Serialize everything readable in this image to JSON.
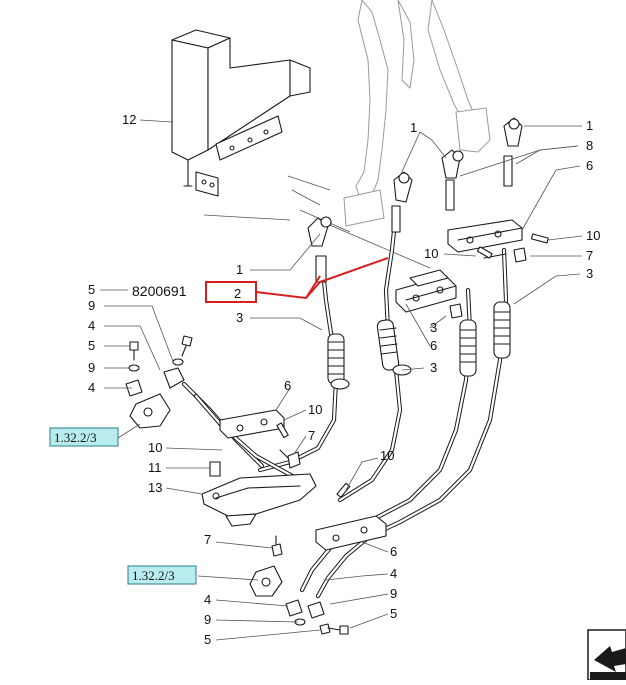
{
  "callouts": {
    "c12": "12",
    "c1a": "1",
    "c1b": "1",
    "c1c": "1",
    "c8": "8",
    "c6a": "6",
    "c10a": "10",
    "c10b": "10",
    "c7a": "7",
    "c3a": "3",
    "c5a": "5",
    "c9a": "9",
    "c4a": "4",
    "c5b": "5",
    "c9b": "9",
    "c4b": "4",
    "c3b": "3",
    "c6b": "6",
    "c3c": "3",
    "c6c": "6",
    "c10c": "10",
    "c7b": "7",
    "c10d": "10",
    "c11": "11",
    "c13": "13",
    "c10e": "10",
    "c7c": "7",
    "c6d": "6",
    "c4c": "4",
    "c9c": "9",
    "c5c": "5",
    "c4d": "4",
    "c9d": "9",
    "c5d": "5"
  },
  "part_number": "8200691",
  "highlighted_item": "2",
  "references": {
    "ref_top": "1.32.2/3",
    "ref_bottom": "1.32.2/3"
  },
  "colors": {
    "highlight": "#d62020",
    "reference_fill": "#b8ecef",
    "reference_border": "#2a7f86",
    "line": "#1a1a1a"
  },
  "icons": {
    "corner": "next-page-arrow-icon"
  }
}
